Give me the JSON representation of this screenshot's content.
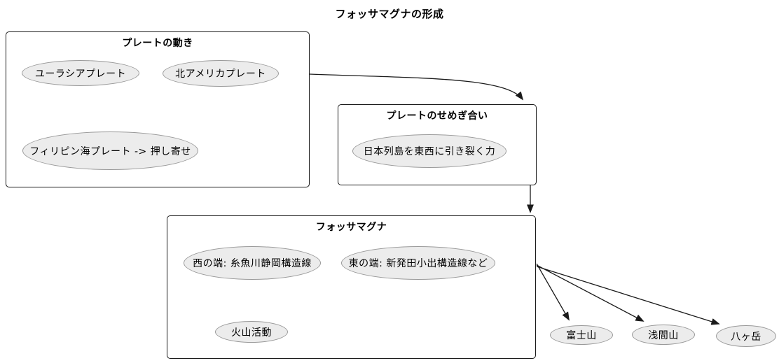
{
  "diagram": {
    "title": "フォッサマグナの形成",
    "groups": {
      "plate_movement": {
        "title": "プレートの動き",
        "nodes": {
          "eurasian_plate": "ユーラシアプレート",
          "north_american_plate": "北アメリカプレート",
          "philippine_sea_plate": "フィリピン海プレート -> 押し寄せ"
        }
      },
      "plate_contest": {
        "title": "プレートのせめぎ合い",
        "nodes": {
          "tearing_force": "日本列島を東西に引き裂く力"
        }
      },
      "fossa_magna": {
        "title": "フォッサマグナ",
        "nodes": {
          "west_edge": "西の端: 糸魚川静岡構造線",
          "east_edge": "東の端: 新発田小出構造線など",
          "volcanic_activity": "火山活動"
        }
      }
    },
    "volcanoes": {
      "fuji": "富士山",
      "asama": "浅間山",
      "yatsugatake": "八ヶ岳"
    },
    "colors": {
      "background": "#ffffff",
      "node_fill": "#ececec",
      "node_border": "#999999",
      "group_border": "#1a1a1a",
      "edge": "#1a1a1a",
      "text": "#000000"
    }
  }
}
